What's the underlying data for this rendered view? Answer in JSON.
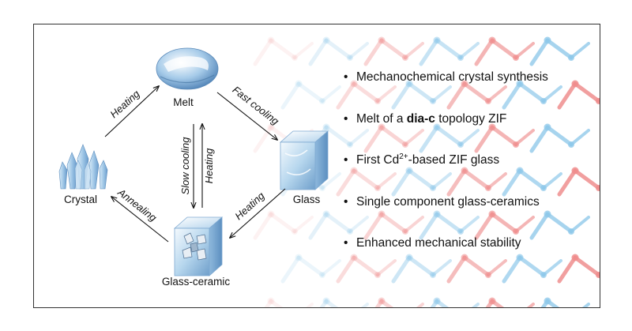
{
  "cycle": {
    "nodes": {
      "melt": "Melt",
      "crystal": "Crystal",
      "glass": "Glass",
      "glass_ceramic": "Glass-ceramic"
    },
    "arrows": {
      "crystal_to_melt": "Heating",
      "melt_to_glass": "Fast cooling",
      "melt_to_glass_ceramic": "Slow cooling",
      "glass_ceramic_to_melt": "Heating",
      "glass_to_glass_ceramic": "Heating",
      "glass_ceramic_to_crystal": "Annealing"
    },
    "icons": {
      "melt": "melt-droplet-icon",
      "crystal": "crystal-cluster-icon",
      "glass": "glass-cube-icon",
      "glass_ceramic": "glass-ceramic-cube-icon"
    }
  },
  "bullets": {
    "marker": "•",
    "items": [
      {
        "text": "Mechanochemical crystal synthesis"
      },
      {
        "pre": "Melt of a ",
        "bold": "dia-c",
        "post": " topology ZIF"
      },
      {
        "pre": "First Cd",
        "sup": "2+",
        "post": "-based ZIF glass"
      },
      {
        "text": "Single component glass-ceramics"
      },
      {
        "text": "Enhanced mechanical stability"
      }
    ]
  },
  "colors": {
    "ice_light": "#e6f2fb",
    "ice_mid": "#a9cfea",
    "ice_dark": "#5f92c2",
    "lattice_blue": "#8ec8ea",
    "lattice_red": "#ef8d8d",
    "border": "#333333"
  }
}
